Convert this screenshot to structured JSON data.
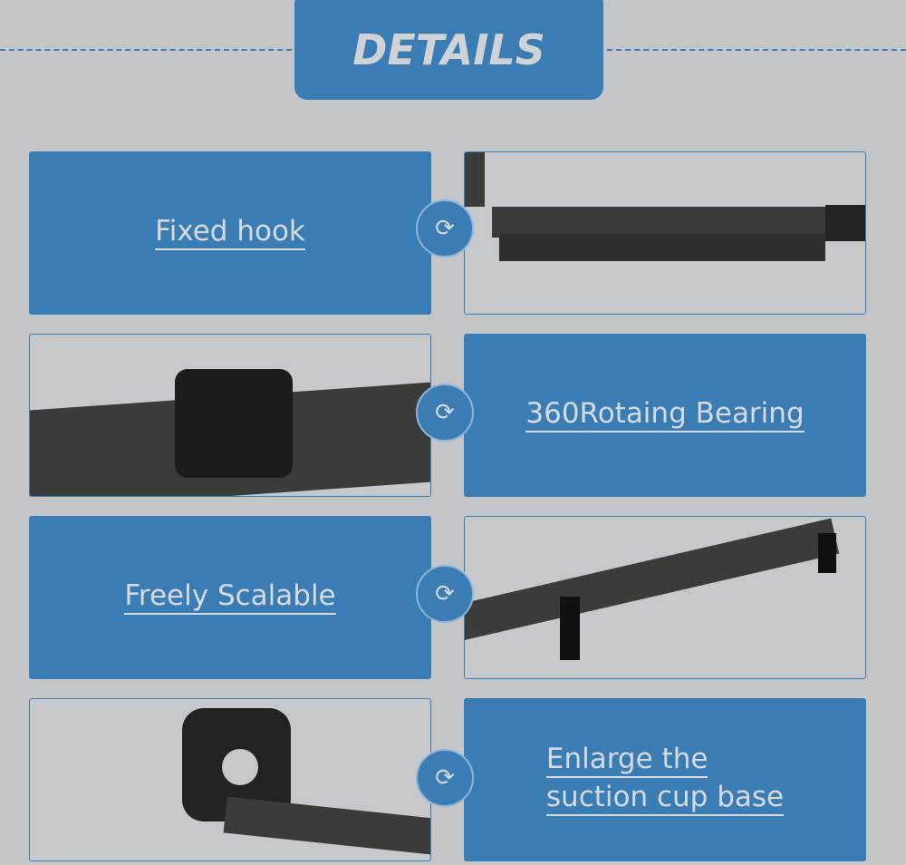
{
  "header": {
    "title": "DETAILS"
  },
  "colors": {
    "accent": "#3a7cb4",
    "background": "#c3c5c7"
  },
  "features": [
    {
      "label": "Fixed hook"
    },
    {
      "label": "360Rotaing Bearing"
    },
    {
      "label": "Freely Scalable"
    },
    {
      "label_line1": "Enlarge the",
      "label_line2": "suction cup base"
    }
  ],
  "connector_icon": "rotate-arrows-icon"
}
